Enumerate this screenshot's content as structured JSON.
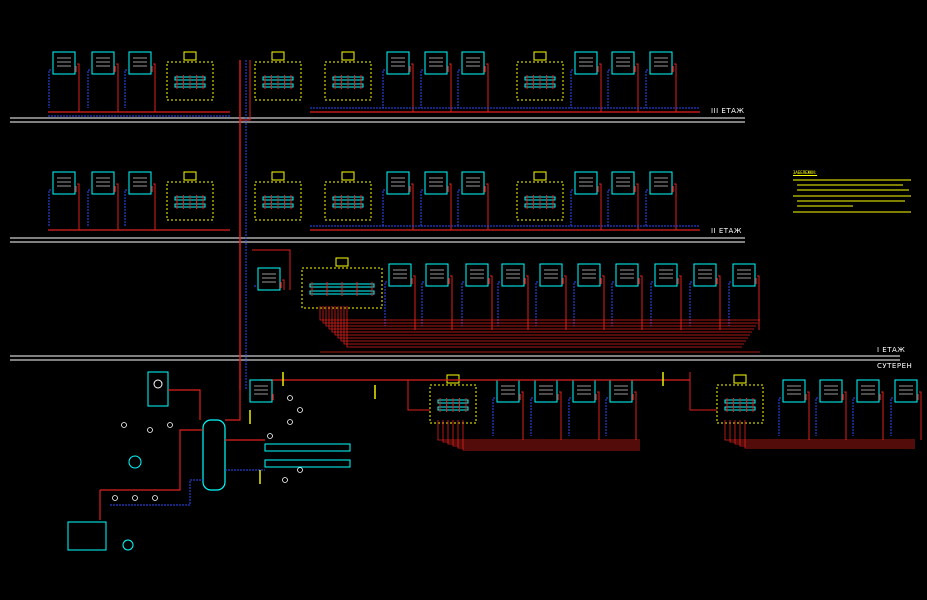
{
  "floors": {
    "f3": "III ЕТАЖ",
    "f2": "II ЕТАЖ",
    "f1": "I ЕТАЖ",
    "basement": "СУТЕРЕН"
  },
  "notes": {
    "title": "ЗАБЕЛЕЖКИ:"
  },
  "colors": {
    "supply": "#e0201c",
    "return": "#2a4cff",
    "unit": "#00ffff",
    "manifold": "#ffff00",
    "floorline": "#ffffff",
    "tag": "#ffffff"
  }
}
